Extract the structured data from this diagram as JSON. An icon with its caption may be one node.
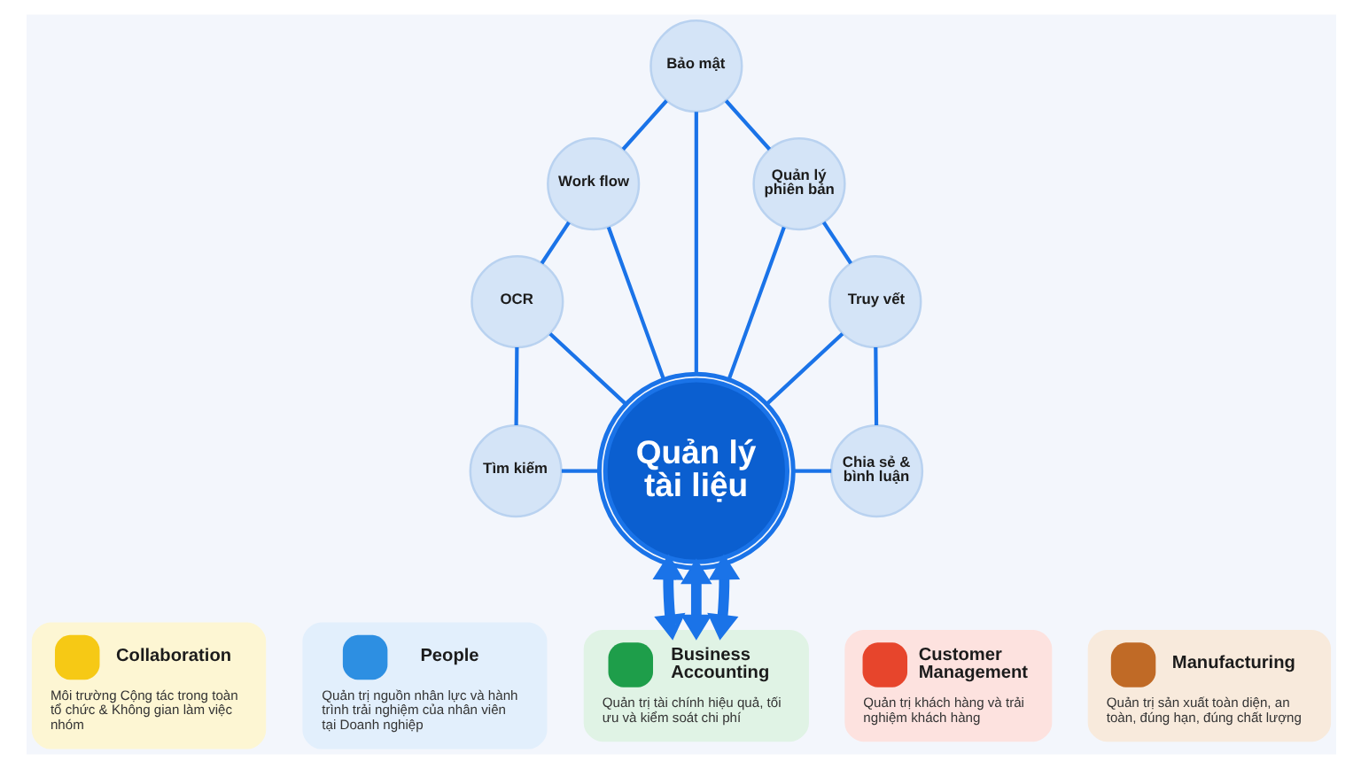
{
  "diagram": {
    "nodes": [
      {
        "text": [
          "Bảo mật"
        ]
      },
      {
        "text": [
          "Work flow"
        ]
      },
      {
        "text": [
          "Quản lý phiên bản"
        ]
      },
      {
        "text": [
          "OCR"
        ]
      },
      {
        "text": [
          "Truy vết"
        ]
      },
      {
        "text": [
          "Tìm kiếm"
        ]
      },
      {
        "text": [
          "Quản lý tài liệu"
        ]
      },
      {
        "text": [
          "Chia sẻ & bình luận"
        ]
      },
      {
        "text": [
          "Collaboration",
          "Môi trường Cộng tác trong toàn tổ chức & Không gian làm việc nhóm"
        ]
      },
      {
        "text": [
          "People",
          "Quản trị nguồn nhân lực và hành trình trải nghiệm của nhân viên tại Doanh nghiệp"
        ]
      },
      {
        "text": [
          "Business Accounting",
          "Quản trị tài chính hiệu quả, tối ưu và kiểm soát chi phí"
        ]
      },
      {
        "text": [
          "Customer Management",
          "Quản trị khách hàng và trải nghiệm khách hàng"
        ]
      },
      {
        "text": [
          "Manufacturing",
          "Quản trị sản xuất toàn diện, an toàn, đúng hạn, đúng chất lượng"
        ]
      }
    ],
    "edges": [
      {
        "from": 0,
        "to": 6,
        "arrow": "none"
      },
      {
        "from": 1,
        "to": 6,
        "arrow": "none"
      },
      {
        "from": 2,
        "to": 6,
        "arrow": "none"
      },
      {
        "from": 3,
        "to": 6,
        "arrow": "none"
      },
      {
        "from": 4,
        "to": 6,
        "arrow": "none"
      },
      {
        "from": 5,
        "to": 6,
        "arrow": "none"
      },
      {
        "from": 6,
        "to": 7,
        "arrow": "none"
      },
      {
        "from": 0,
        "to": 1,
        "arrow": "none"
      },
      {
        "from": 0,
        "to": 2,
        "arrow": "none"
      },
      {
        "from": 1,
        "to": 3,
        "arrow": "none"
      },
      {
        "from": 2,
        "to": 4,
        "arrow": "none"
      },
      {
        "from": 3,
        "to": 5,
        "arrow": "none"
      },
      {
        "from": 4,
        "to": 7,
        "arrow": "none"
      },
      {
        "from": 6,
        "to": 10,
        "arrow": "both",
        "style": "thick"
      },
      {
        "from": 6,
        "to": 10,
        "arrow": "both",
        "style": "thick"
      },
      {
        "from": 6,
        "to": 10,
        "arrow": "both",
        "style": "thick"
      }
    ]
  }
}
